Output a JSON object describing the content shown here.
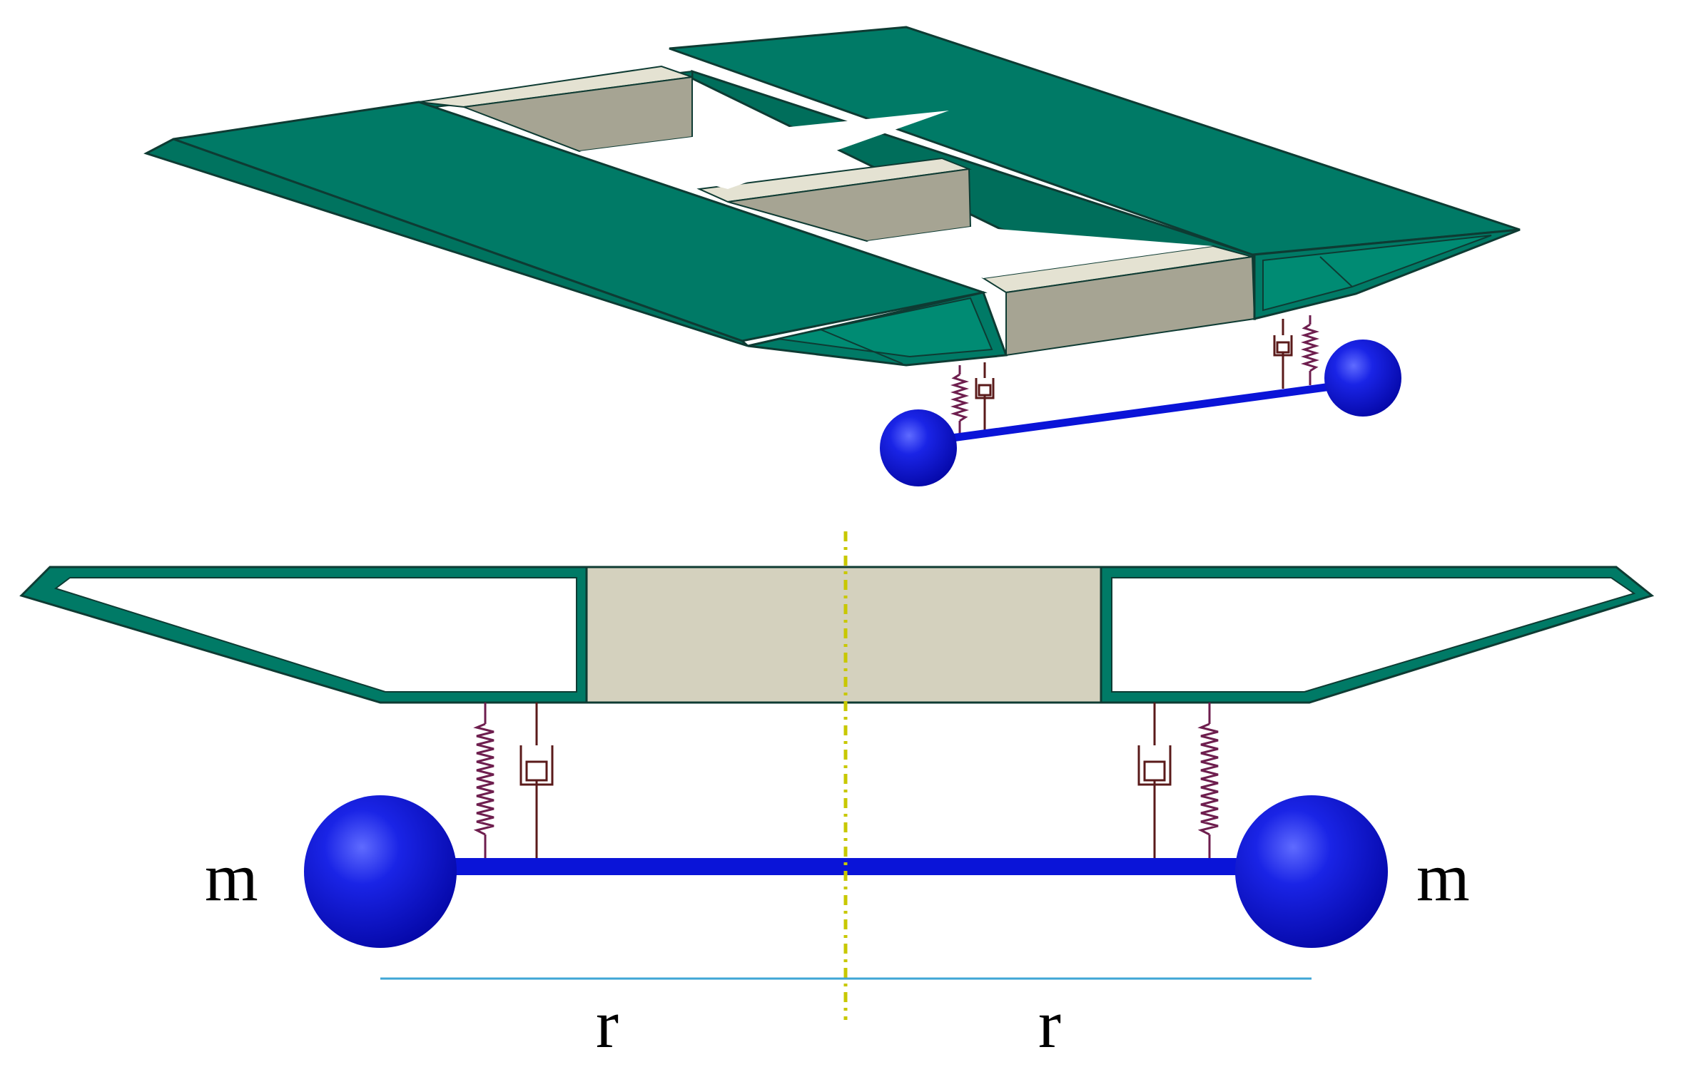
{
  "labels": {
    "mass_left": "m",
    "mass_right": "m",
    "radius_left": "r",
    "radius_right": "r"
  },
  "colors": {
    "deck_green": "#007A66",
    "deck_green_dark": "#005C4C",
    "deck_outline": "#0E3B33",
    "crossbeam_gray": "#D4D1BE",
    "crossbeam_shade": "#A6A493",
    "mass_blue": "#0A14D8",
    "axis_yellow": "#C8C800",
    "radius_line": "#3FA6D6",
    "spring": "#6E1E4E",
    "damper": "#5A1A1A"
  },
  "icons": {
    "mass_left": "sphere-mass-icon",
    "mass_right": "sphere-mass-icon",
    "spring_left": "spring-icon",
    "spring_right": "spring-icon",
    "damper_left": "damper-icon",
    "damper_right": "damper-icon"
  }
}
